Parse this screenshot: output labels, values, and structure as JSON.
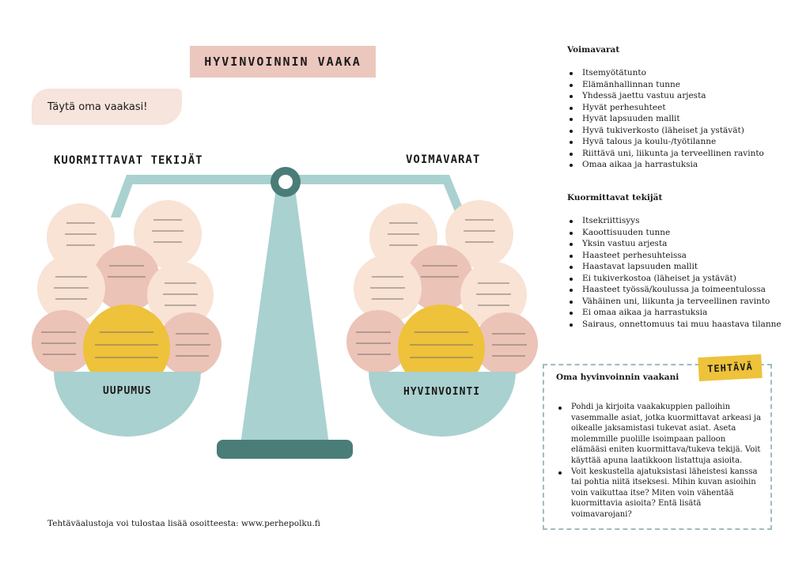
{
  "title": "HYVINVOINNIN VAAKA",
  "fill_note": "Täytä oma vaakasi!",
  "scale": {
    "left_label": "KUORMITTAVAT TEKIJÄT",
    "right_label": "VOIMAVARAT",
    "left_pan_label": "UUPUMUS",
    "right_pan_label": "HYVINVOINTI"
  },
  "colors": {
    "teal_light": "#a9d1cf",
    "teal_dark": "#4a7d78",
    "peach": "#f8e3d5",
    "pink": "#ecc3b7",
    "yellow": "#eec23a"
  },
  "resources": {
    "heading": "Voimavarat",
    "items": [
      "Itsemyötätunto",
      "Elämänhallinnan tunne",
      "Yhdessä jaettu vastuu arjesta",
      "Hyvät perhesuhteet",
      "Hyvät lapsuuden mallit",
      "Hyvä tukiverkosto (läheiset ja ystävät)",
      "Hyvä talous ja koulu-/työtilanne",
      "Riittävä uni, liikunta ja terveellinen ravinto",
      "Omaa aikaa ja harrastuksia"
    ]
  },
  "burdens": {
    "heading": "Kuormittavat tekijät",
    "items": [
      "Itsekriittisyys",
      "Kaoottisuuden tunne",
      "Yksin vastuu arjesta",
      "Haasteet perhesuhteissa",
      "Haastavat lapsuuden mallit",
      "Ei tukiverkostoa (läheiset ja ystävät)",
      "Haasteet työssä/koulussa ja toimeentulossa",
      "Vähäinen uni, liikunta ja terveellinen ravinto",
      "Ei omaa aikaa ja harrastuksia",
      "Sairaus, onnettomuus tai muu haastava tilanne"
    ]
  },
  "task": {
    "tag": "TEHTÄVÄ",
    "title": "Oma hyvinvoinnin vaakani",
    "items": [
      "Pohdi ja kirjoita vaakakuppien palloihin vasemmalle asiat, jotka kuormittavat arkeasi ja oikealle jaksamistasi tukevat asiat. Aseta molemmille puolille isoimpaan palloon elämääsi eniten kuormittava/tukeva tekijä. Voit käyttää apuna laatikkoon listattuja asioita.",
      "Voit keskustella ajatuksistasi läheistesi kanssa tai pohtia niitä itseksesi. Mihin kuvan asioihin voin vaikuttaa itse? Miten voin vähentää kuormittavia asioita? Entä lisätä voimavarojani?"
    ]
  },
  "footer": "Tehtäväalustoja voi tulostaa lisää osoitteesta: www.perhepolku.fi"
}
